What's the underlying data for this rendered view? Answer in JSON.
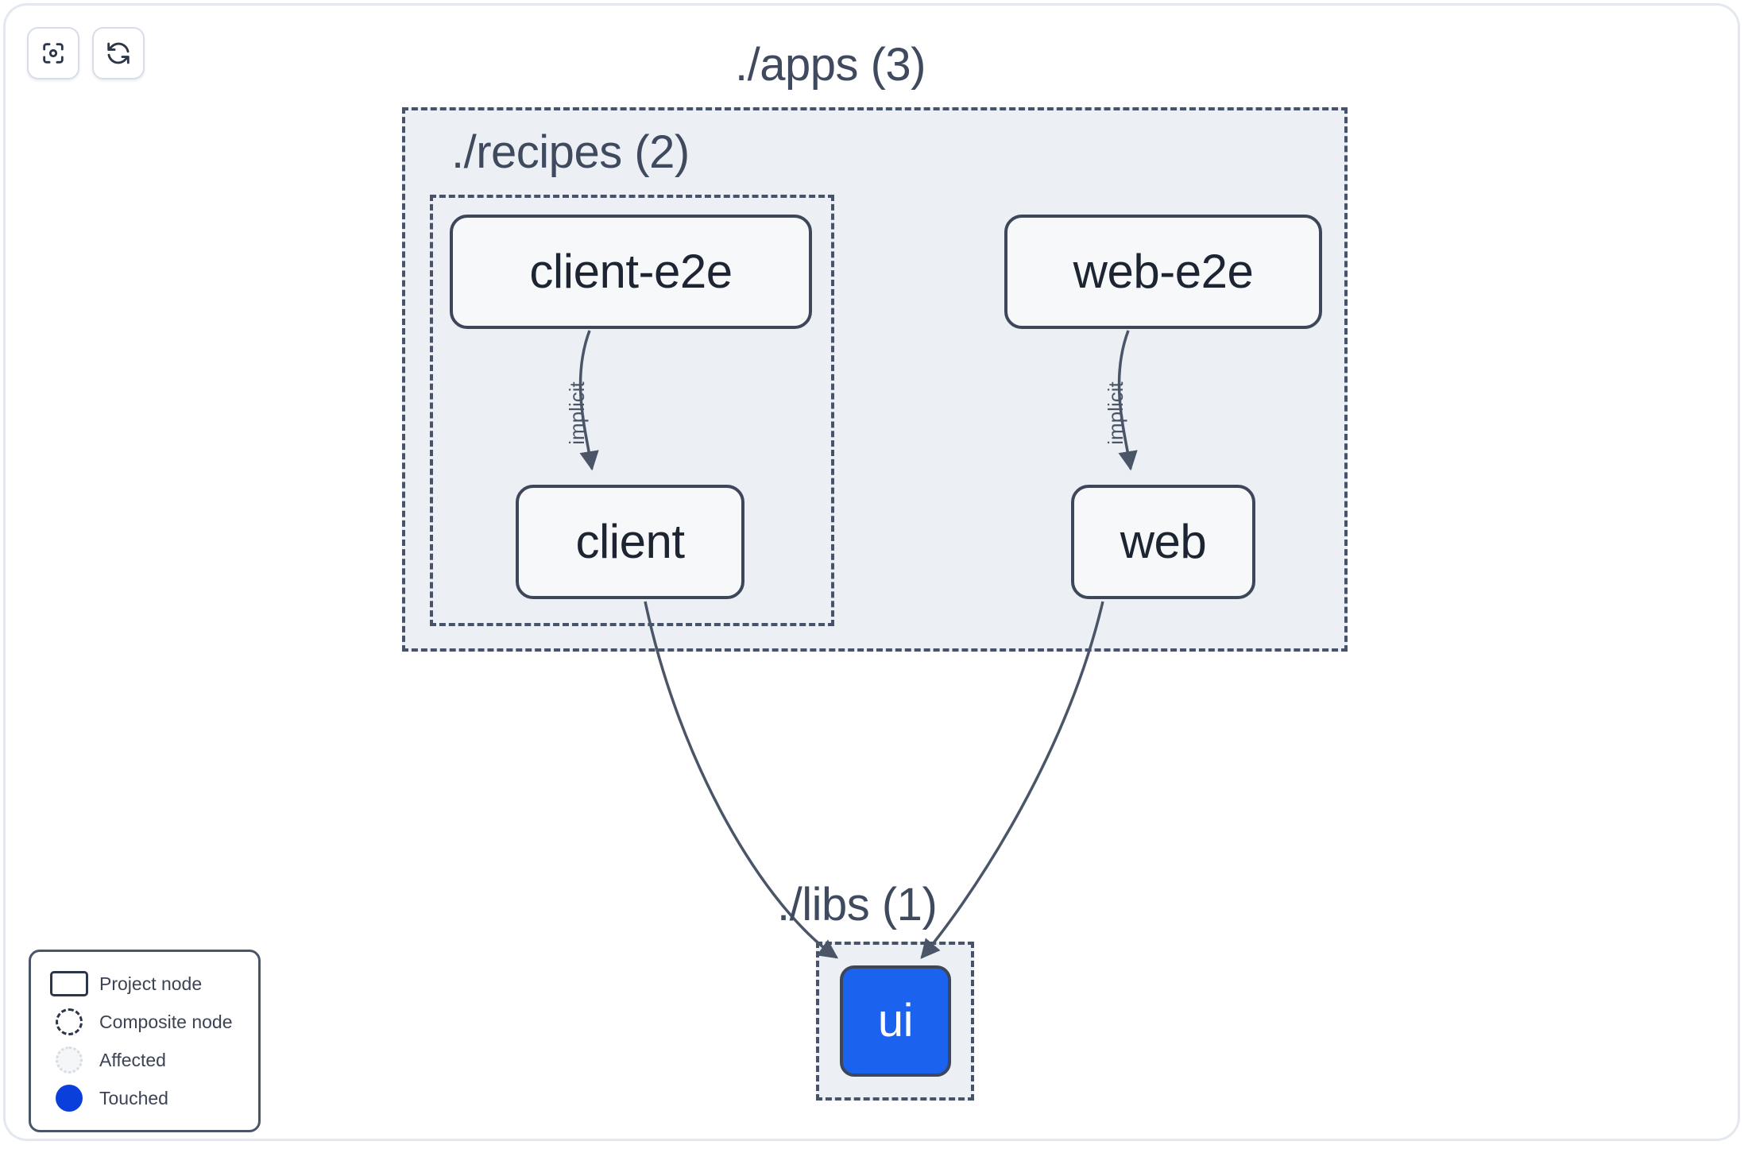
{
  "toolbar": {
    "buttons": [
      {
        "name": "focus-icon",
        "label": "Focus graph"
      },
      {
        "name": "refresh-icon",
        "label": "Refresh graph"
      }
    ]
  },
  "graph": {
    "groups": [
      {
        "id": "apps",
        "label": "./apps (3)",
        "count": 3,
        "kind": "composite"
      },
      {
        "id": "recipes",
        "label": "./recipes (2)",
        "count": 2,
        "kind": "composite"
      },
      {
        "id": "libs",
        "label": "./libs (1)",
        "count": 1,
        "kind": "composite"
      }
    ],
    "nodes": [
      {
        "id": "client-e2e",
        "label": "client-e2e",
        "group": "recipes",
        "state": "normal"
      },
      {
        "id": "client",
        "label": "client",
        "group": "recipes",
        "state": "normal"
      },
      {
        "id": "web-e2e",
        "label": "web-e2e",
        "group": "apps",
        "state": "normal"
      },
      {
        "id": "web",
        "label": "web",
        "group": "apps",
        "state": "normal"
      },
      {
        "id": "ui",
        "label": "ui",
        "group": "libs",
        "state": "touched"
      }
    ],
    "edges": [
      {
        "from": "client-e2e",
        "to": "client",
        "label": "implicit"
      },
      {
        "from": "web-e2e",
        "to": "web",
        "label": "implicit"
      },
      {
        "from": "client",
        "to": "ui",
        "label": ""
      },
      {
        "from": "web",
        "to": "ui",
        "label": ""
      }
    ]
  },
  "legend": {
    "items": [
      {
        "swatch": "project-node-swatch",
        "label": "Project node"
      },
      {
        "swatch": "composite-node-swatch",
        "label": "Composite node"
      },
      {
        "swatch": "affected-swatch",
        "label": "Affected"
      },
      {
        "swatch": "touched-swatch",
        "label": "Touched"
      }
    ]
  },
  "colors": {
    "touched": "#1b62ef",
    "touched_legend": "#0a3fdb",
    "node_border": "#3d4759",
    "group_border": "#47536a",
    "group_fill": "#ecf0f5",
    "edge": "#4a5568",
    "frame": "#e3e7ef"
  }
}
